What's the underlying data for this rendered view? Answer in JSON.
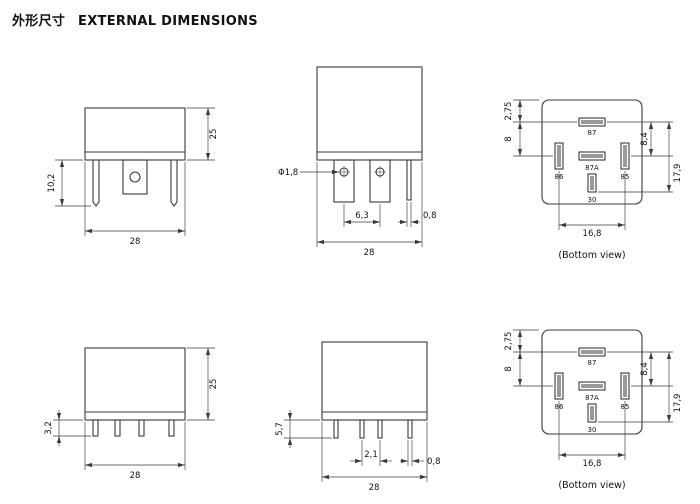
{
  "page": {
    "title_cn": "外形尺寸",
    "title_en": "EXTERNAL DIMENSIONS"
  },
  "views": {
    "front_top": {
      "dim_height": "25",
      "dim_pin_len": "10,2",
      "dim_width": "28"
    },
    "side_top": {
      "dim_hole": "Φ1,8",
      "dim_pitch": "6,3",
      "dim_pin_w": "0,8",
      "dim_width": "28"
    },
    "bottom_top": {
      "dim_top_offset": "2,75",
      "dim_row_gap": "8",
      "dim_right_upper": "8,4",
      "dim_right_full": "17,9",
      "dim_span": "16,8",
      "caption": "(Bottom view)",
      "pins": {
        "p87": "87",
        "p86": "86",
        "p87a": "87A",
        "p85": "85",
        "p30": "30"
      }
    },
    "front_bot": {
      "dim_height": "25",
      "dim_pin_len": "3,2",
      "dim_width": "28"
    },
    "side_bot": {
      "dim_pin_len": "5,7",
      "dim_pitch": "2,1",
      "dim_pin_w": "0,8",
      "dim_width": "28"
    },
    "bottom_bot": {
      "dim_top_offset": "2,75",
      "dim_row_gap": "8",
      "dim_right_upper": "8,4",
      "dim_right_full": "17,9",
      "dim_span": "16,8",
      "caption": "(Bottom view)",
      "pins": {
        "p87": "87",
        "p86": "86",
        "p87a": "87A",
        "p85": "85",
        "p30": "30"
      }
    }
  }
}
